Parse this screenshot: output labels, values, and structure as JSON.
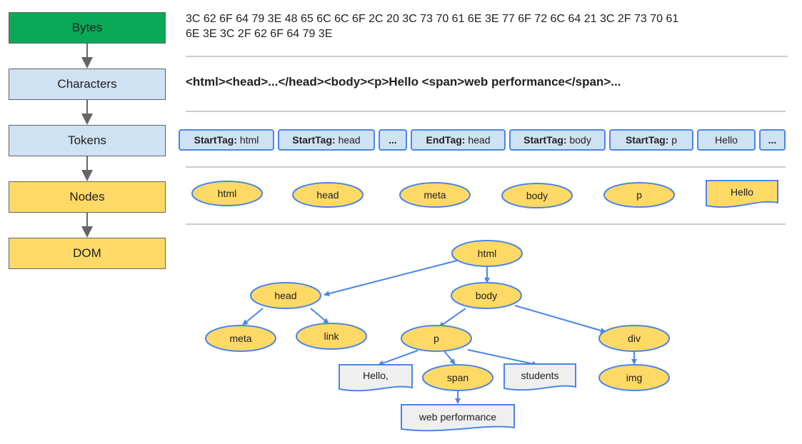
{
  "pipeline": {
    "stages": [
      "Bytes",
      "Characters",
      "Tokens",
      "Nodes",
      "DOM"
    ]
  },
  "bytes_row": {
    "line1": "3C 62 6F 64 79 3E 48 65 6C 6C 6F 2C 20 3C 73 70 61 6E 3E 77 6F 72 6C 64 21 3C 2F 73 70 61",
    "line2": "6E 3E 3C 2F 62 6F 64 79 3E"
  },
  "characters_row": {
    "text": "<html><head>...</head><body><p>Hello <span>web performance</span>..."
  },
  "tokens_row": [
    {
      "kind": "StartTag:",
      "value": "html"
    },
    {
      "kind": "StartTag:",
      "value": "head"
    },
    {
      "kind": "...",
      "value": ""
    },
    {
      "kind": "EndTag:",
      "value": "head"
    },
    {
      "kind": "StartTag:",
      "value": "body"
    },
    {
      "kind": "StartTag:",
      "value": "p"
    },
    {
      "kind": "",
      "value": "Hello"
    },
    {
      "kind": "...",
      "value": ""
    }
  ],
  "nodes_row": [
    "html",
    "head",
    "meta",
    "body",
    "p",
    "Hello"
  ],
  "dom_tree": {
    "nodes": {
      "html": "html",
      "head": "head",
      "body": "body",
      "meta": "meta",
      "link": "link",
      "p": "p",
      "div": "div",
      "hello": "Hello,",
      "span": "span",
      "students": "students",
      "img": "img",
      "webperf": "web performance"
    }
  },
  "colors": {
    "bytes_green": "#0aa957",
    "light_blue": "#cfe2f3",
    "node_yellow": "#ffd966",
    "edge_blue": "#4a86e8",
    "text_leaf_gray": "#efefef",
    "separator_gray": "#cccccc",
    "arrow_gray": "#666666"
  }
}
